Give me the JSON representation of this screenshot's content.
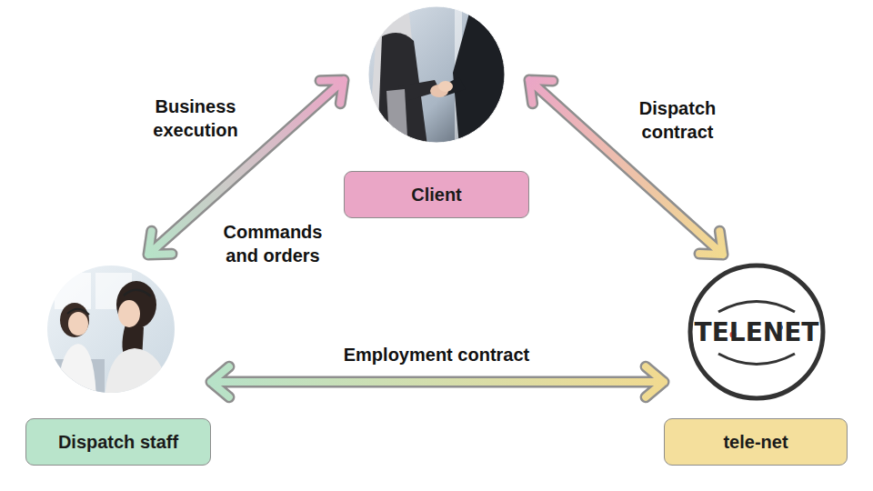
{
  "diagram": {
    "nodes": [
      {
        "text": [
          "Client"
        ]
      },
      {
        "text": [
          "Dispatch staff"
        ]
      },
      {
        "text": [
          "tele-net"
        ]
      }
    ],
    "edges": [
      {
        "from": 0,
        "to": 1,
        "arrow": "both",
        "label": "Business execution"
      },
      {
        "from": 0,
        "to": 2,
        "arrow": "both",
        "label": "Dispatch contract"
      },
      {
        "from": 1,
        "to": 2,
        "arrow": "both",
        "label": "Employment contract"
      }
    ],
    "labels": [
      "Commands and orders",
      "TELENET"
    ]
  }
}
